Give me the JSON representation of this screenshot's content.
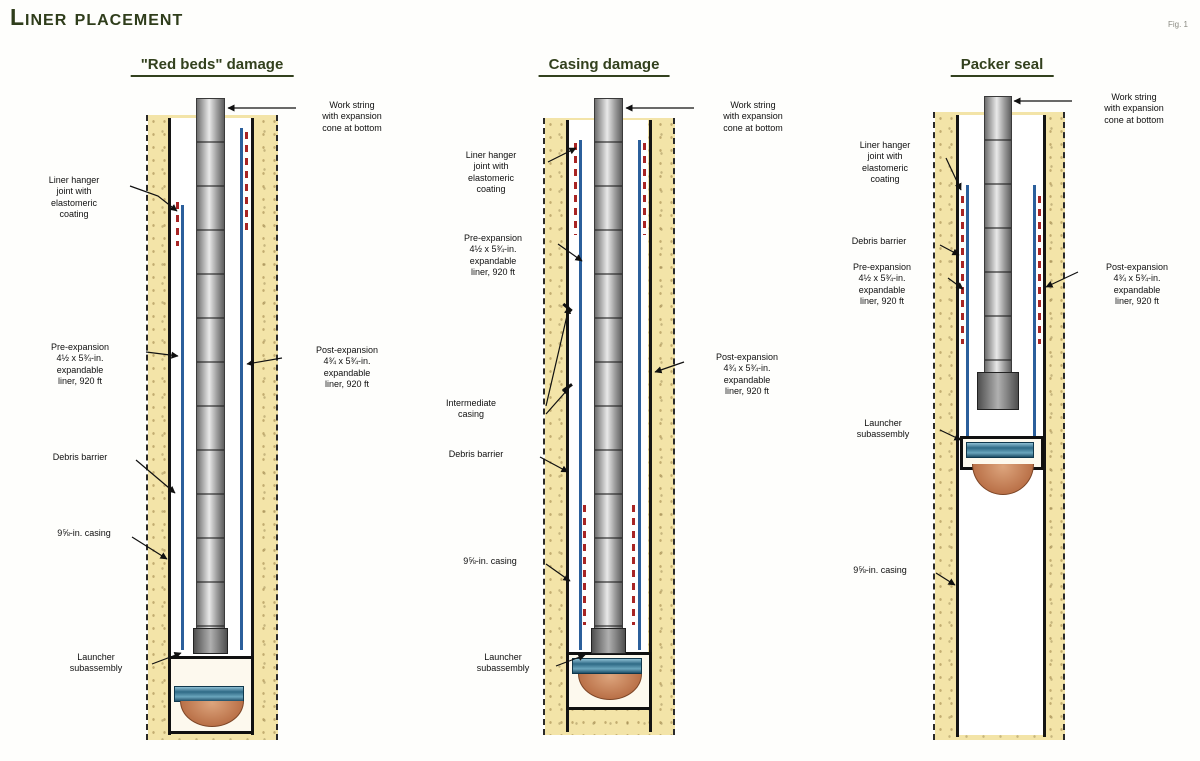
{
  "page": {
    "title": "Liner placement",
    "figure_label": "Fig. 1"
  },
  "colors": {
    "heading_green": "#33411e",
    "formation_tan": "#f3e4a8",
    "liner_blue": "#2b5f9c",
    "coating_red": "#a82424",
    "launcher_teal": "#2e6a86",
    "packer_brown": "#b2653c"
  },
  "diagrams": [
    {
      "id": "red-beds-damage",
      "title": "\"Red beds\" damage",
      "labels": {
        "work_string": "Work string\nwith expansion\ncone at bottom",
        "liner_hanger": "Liner hanger\njoint with\nelastomeric\ncoating",
        "pre_expansion": "Pre-expansion\n4½ x 5¾-in.\nexpandable\nliner, 920 ft",
        "post_expansion": "Post-expansion\n4¾ x 5¾-in.\nexpandable\nliner, 920 ft",
        "debris_barrier": "Debris barrier",
        "casing": "9⅝-in. casing",
        "launcher": "Launcher\nsubassembly"
      }
    },
    {
      "id": "casing-damage",
      "title": "Casing damage",
      "labels": {
        "work_string": "Work string\nwith expansion\ncone at bottom",
        "liner_hanger": "Liner hanger\njoint with\nelastomeric\ncoating",
        "pre_expansion": "Pre-expansion\n4½ x 5¾-in.\nexpandable\nliner, 920 ft",
        "post_expansion": "Post-expansion\n4¾ x 5¾-in.\nexpandable\nliner, 920 ft",
        "intermediate_casing": "Intermediate\ncasing",
        "debris_barrier": "Debris barrier",
        "casing": "9⅝-in. casing",
        "launcher": "Launcher\nsubassembly"
      }
    },
    {
      "id": "packer-seal",
      "title": "Packer seal",
      "labels": {
        "work_string": "Work string\nwith expansion\ncone at bottom",
        "liner_hanger": "Liner hanger\njoint with\nelastomeric\ncoating",
        "debris_barrier": "Debris barrier",
        "pre_expansion": "Pre-expansion\n4½ x 5¾-in.\nexpandable\nliner, 920 ft",
        "post_expansion": "Post-expansion\n4¾ x 5¾-in.\nexpandable\nliner, 920 ft",
        "launcher": "Launcher\nsubassembly",
        "casing": "9⅝-in. casing"
      }
    }
  ]
}
